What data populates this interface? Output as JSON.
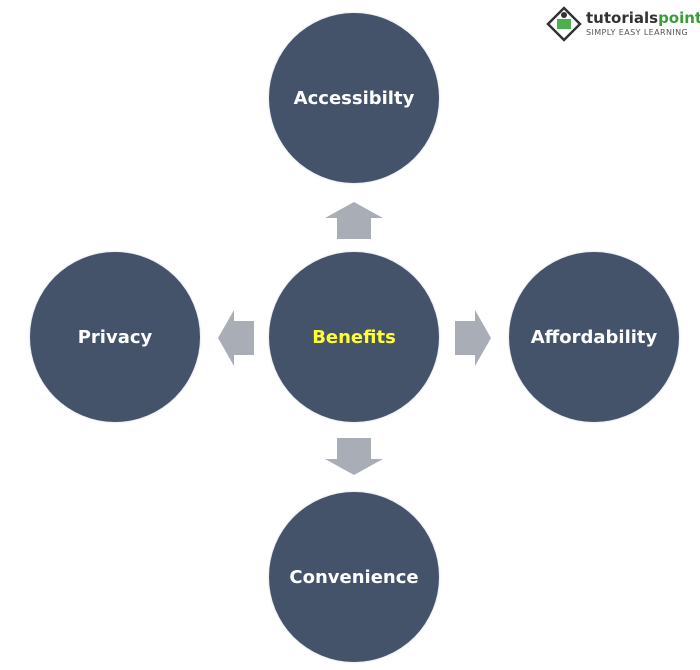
{
  "logo": {
    "name_part1": "tutorials",
    "name_part2": "point",
    "tagline": "SIMPLY EASY LEARNING"
  },
  "center": {
    "label": "Benefits",
    "color": "#ffff33"
  },
  "nodes": {
    "top": "Accessibilty",
    "left": "Privacy",
    "right": "Affordability",
    "bottom": "Convenience"
  },
  "colors": {
    "circle": "#44536a",
    "arrow": "#a9adb5"
  }
}
